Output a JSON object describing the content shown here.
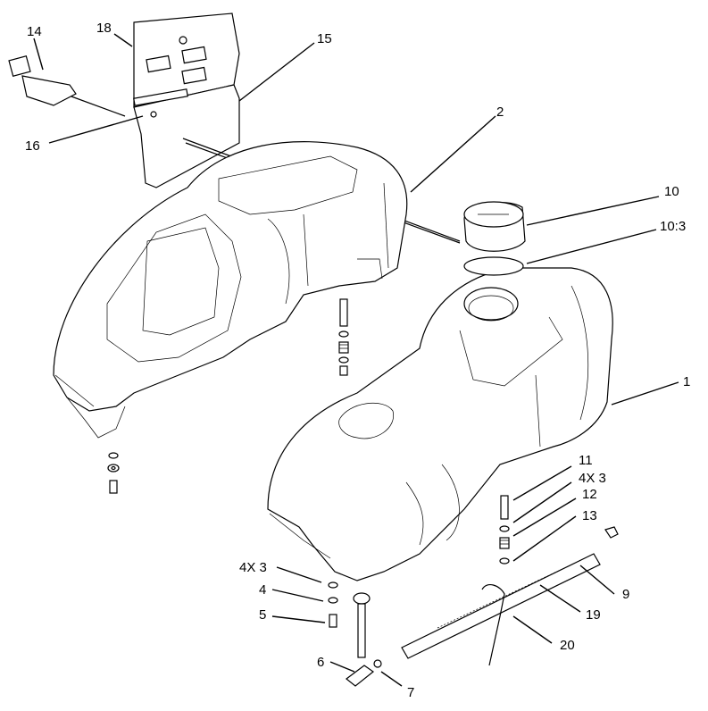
{
  "callouts": [
    {
      "id": "c14",
      "text": "14"
    },
    {
      "id": "c18",
      "text": "18"
    },
    {
      "id": "c15",
      "text": "15"
    },
    {
      "id": "c16",
      "text": "16"
    },
    {
      "id": "c2",
      "text": "2"
    },
    {
      "id": "c10",
      "text": "10"
    },
    {
      "id": "c10_3",
      "text": "10:3"
    },
    {
      "id": "c1",
      "text": "1"
    },
    {
      "id": "c11",
      "text": "11"
    },
    {
      "id": "c4x3_right",
      "text": "4X 3"
    },
    {
      "id": "c12",
      "text": "12"
    },
    {
      "id": "c13",
      "text": "13"
    },
    {
      "id": "c9",
      "text": "9"
    },
    {
      "id": "c19",
      "text": "19"
    },
    {
      "id": "c20",
      "text": "20"
    },
    {
      "id": "c4x3_left",
      "text": "4X 3"
    },
    {
      "id": "c4",
      "text": "4"
    },
    {
      "id": "c5",
      "text": "5"
    },
    {
      "id": "c6",
      "text": "6"
    },
    {
      "id": "c7",
      "text": "7"
    }
  ],
  "colors": {
    "line": "#000000",
    "background": "#ffffff"
  }
}
